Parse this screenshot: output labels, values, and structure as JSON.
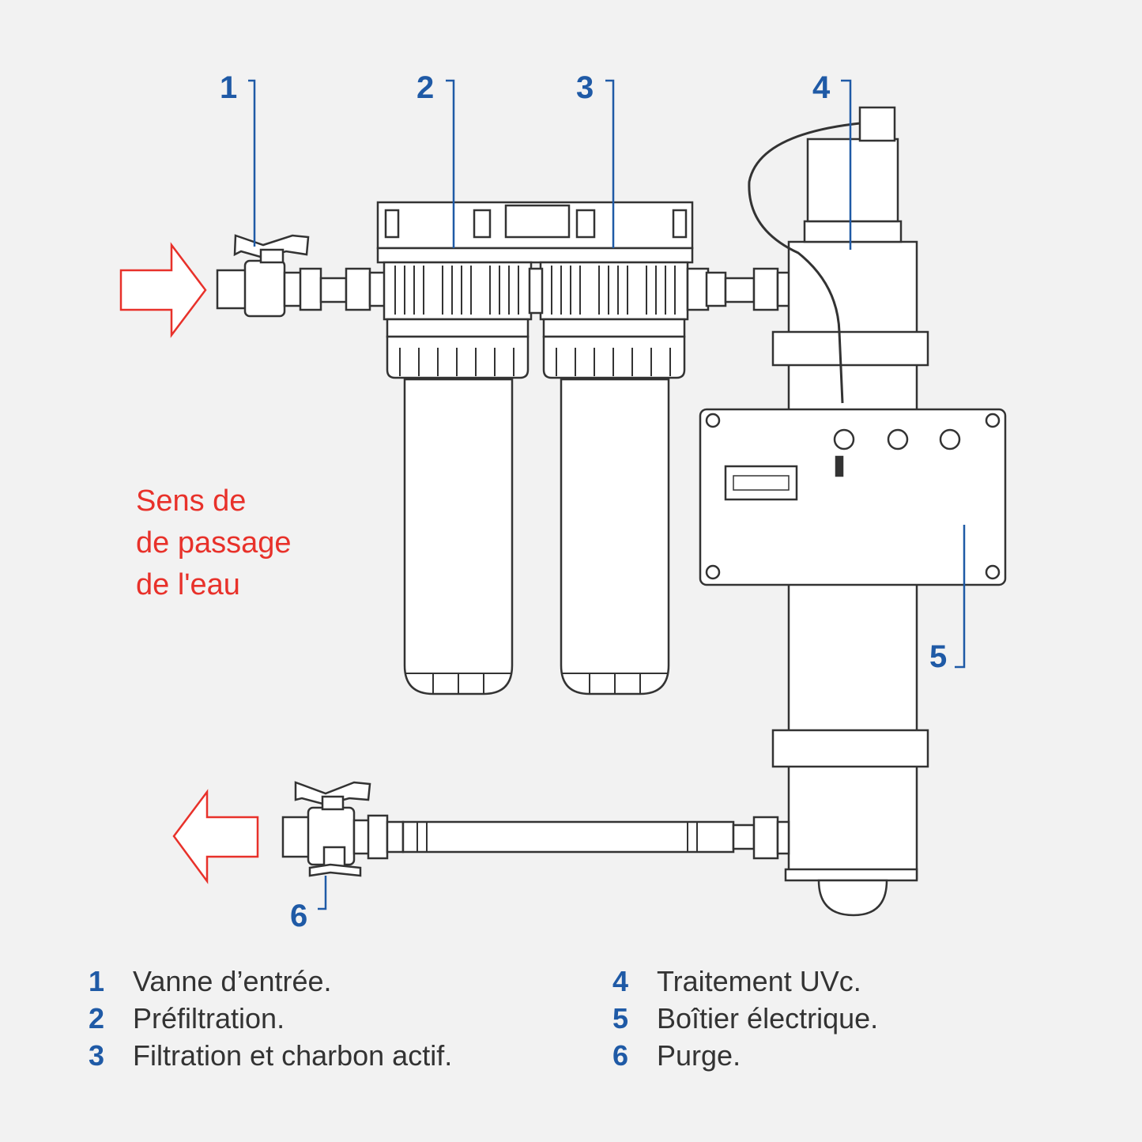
{
  "callouts": {
    "c1": "1",
    "c2": "2",
    "c3": "3",
    "c4": "4",
    "c5": "5",
    "c6": "6"
  },
  "flow_label": [
    "Sens de",
    "de passage",
    "de l'eau"
  ],
  "legend": [
    {
      "num": "1",
      "text": "Vanne d’entrée."
    },
    {
      "num": "2",
      "text": "Préfiltration."
    },
    {
      "num": "3",
      "text": "Filtration et charbon actif."
    },
    {
      "num": "4",
      "text": "Traitement UVc."
    },
    {
      "num": "5",
      "text": "Boîtier électrique."
    },
    {
      "num": "6",
      "text": "Purge."
    }
  ],
  "colors": {
    "callout": "#1f5aa6",
    "flow_arrow": "#e8312a",
    "line_art": "#333333",
    "background": "#f2f2f2"
  },
  "icons": [
    "arrow-right-icon",
    "arrow-left-icon"
  ]
}
